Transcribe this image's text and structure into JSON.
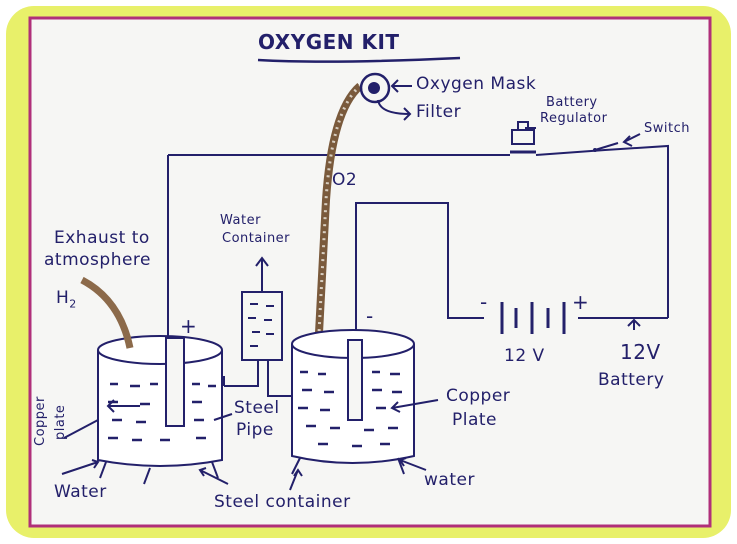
{
  "title": "OXYGEN KIT",
  "labels": {
    "oxygen_mask": "Oxygen Mask",
    "filter": "Filter",
    "battery_regulator_line1": "Battery",
    "battery_regulator_line2": "Regulator",
    "switch": "Switch",
    "o2": "O2",
    "water_container_line1": "Water",
    "water_container_line2": "Container",
    "exhaust_line1": "Exhaust to",
    "exhaust_line2": "atmosphere",
    "h2": "H",
    "h2_sub": "2",
    "plus_left": "+",
    "minus_right": "-",
    "battery_minus": "-",
    "battery_plus": "+",
    "voltage_small": "12 V",
    "voltage_big": "12V",
    "battery": "Battery",
    "copper_plate_left_line1": "Copper",
    "copper_plate_left_line2": "plate",
    "steel_pipe_line1": "Steel",
    "steel_pipe_line2": "Pipe",
    "copper_plate_right_line1": "Copper",
    "copper_plate_right_line2": "Plate",
    "water_left": "Water",
    "steel_container": "Steel container",
    "water_right": "water"
  },
  "colors": {
    "ink": "#23206a",
    "frame_magenta": "#b0307a",
    "frame_yellow": "#e8f06a",
    "paper": "#f6f6f4",
    "pipe_brown": "#7a5a3c",
    "exhaust_brown": "#8c6a4a"
  }
}
